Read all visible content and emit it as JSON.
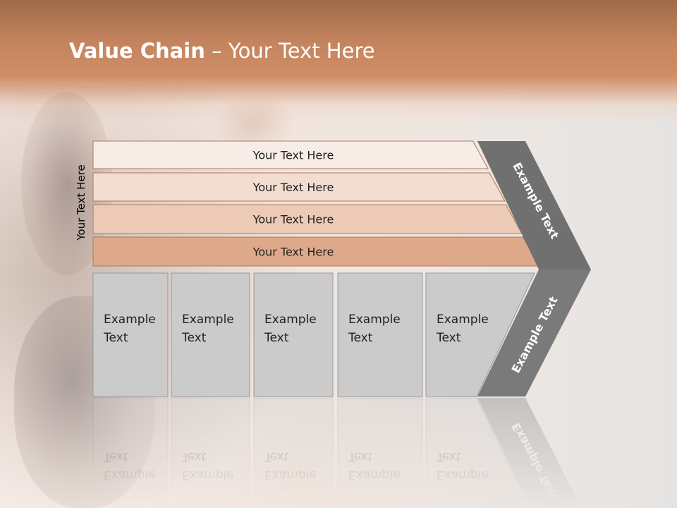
{
  "slide": {
    "title_bold": "Value Chain",
    "title_rest": " – Your Text Here",
    "vertical_label": "Your Text Here"
  },
  "rows": [
    {
      "label": "Your Text Here",
      "fill": "#f8ece6"
    },
    {
      "label": "Your Text Here",
      "fill": "#f2ddd0"
    },
    {
      "label": "Your Text Here",
      "fill": "#eccab5"
    },
    {
      "label": "Your Text Here",
      "fill": "#dea98a"
    }
  ],
  "boxes": [
    {
      "line1": "Example",
      "line2": "Text"
    },
    {
      "line1": "Example",
      "line2": "Text"
    },
    {
      "line1": "Example",
      "line2": "Text"
    },
    {
      "line1": "Example",
      "line2": "Text"
    },
    {
      "line1": "Example",
      "line2": "Text"
    }
  ],
  "chevron": {
    "upper_label": "Example Text",
    "lower_label": "Example Text",
    "fill_upper": "#707070",
    "fill_lower": "#7a7a7a"
  },
  "colors": {
    "box_fill": "#cbcbcb",
    "box_stroke": "#9a9a9a",
    "row_stroke": "#b07858"
  }
}
